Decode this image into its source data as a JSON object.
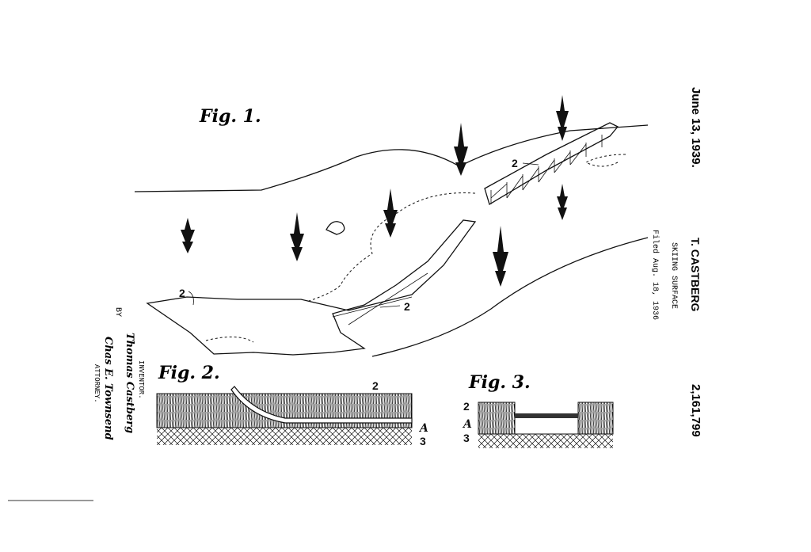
{
  "header": {
    "date": "June 13, 1939.",
    "inventor_name": "T. CASTBERG",
    "title": "SKIING SURFACE",
    "filed": "Filed Aug. 18, 1936",
    "patent_number": "2,161,799"
  },
  "signature_block": {
    "inventor_label": "INVENTOR.",
    "inventor_signature": "Thomas Castberg",
    "by": "BY",
    "attorney_signature": "Chas E. Townsend",
    "attorney_label": "ATTORNEY."
  },
  "figures": {
    "fig1": {
      "label": "Fig. 1.",
      "refs": [
        "2",
        "2",
        "2"
      ]
    },
    "fig2": {
      "label": "Fig. 2.",
      "refs": [
        "2",
        "A",
        "3"
      ]
    },
    "fig3": {
      "label": "Fig. 3.",
      "refs": [
        "2",
        "A",
        "3"
      ]
    }
  }
}
